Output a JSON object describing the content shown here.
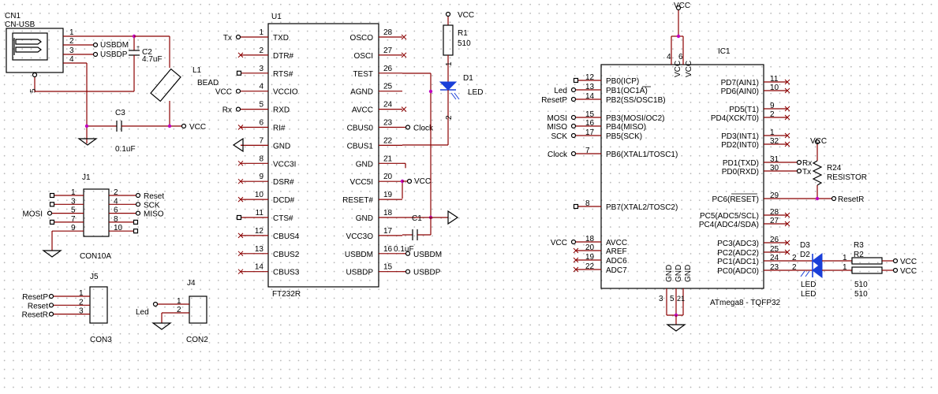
{
  "colors": {
    "wire": "#8b0000",
    "junction": "#c000c0",
    "led": "#1a3fd8",
    "ink": "#000000"
  },
  "cn1": {
    "ref": "CN1",
    "value": "CN-USB",
    "pins": [
      "1",
      "2",
      "3",
      "4",
      "5"
    ],
    "nets": [
      "USBDM",
      "USBDP"
    ]
  },
  "c2": {
    "ref": "C2",
    "value": "4.7uF"
  },
  "l1": {
    "ref": "L1",
    "value": "BEAD"
  },
  "c3": {
    "ref": "C3",
    "value": "0.1uF"
  },
  "vcc": "VCC",
  "u1": {
    "ref": "U1",
    "value": "FT232R",
    "left": [
      {
        "pin": "1",
        "name": "TXD",
        "net": "Tx"
      },
      {
        "pin": "2",
        "name": "DTR#",
        "net": ""
      },
      {
        "pin": "3",
        "name": "RTS#",
        "net": ""
      },
      {
        "pin": "4",
        "name": "VCCIO",
        "net": "VCC"
      },
      {
        "pin": "5",
        "name": "RXD",
        "net": "Rx"
      },
      {
        "pin": "6",
        "name": "RI#",
        "net": ""
      },
      {
        "pin": "7",
        "name": "GND",
        "net": ""
      },
      {
        "pin": "8",
        "name": "VCC3I",
        "net": ""
      },
      {
        "pin": "9",
        "name": "DSR#",
        "net": ""
      },
      {
        "pin": "10",
        "name": "DCD#",
        "net": ""
      },
      {
        "pin": "11",
        "name": "CTS#",
        "net": ""
      },
      {
        "pin": "12",
        "name": "CBUS4",
        "net": ""
      },
      {
        "pin": "13",
        "name": "CBUS2",
        "net": ""
      },
      {
        "pin": "14",
        "name": "CBUS3",
        "net": ""
      }
    ],
    "right": [
      {
        "pin": "28",
        "name": "OSCO",
        "net": ""
      },
      {
        "pin": "27",
        "name": "OSCI",
        "net": ""
      },
      {
        "pin": "26",
        "name": "TEST",
        "net": ""
      },
      {
        "pin": "25",
        "name": "AGND",
        "net": ""
      },
      {
        "pin": "24",
        "name": "AVCC",
        "net": ""
      },
      {
        "pin": "23",
        "name": "CBUS0",
        "net": "Clock"
      },
      {
        "pin": "22",
        "name": "CBUS1",
        "net": ""
      },
      {
        "pin": "21",
        "name": "GND",
        "net": ""
      },
      {
        "pin": "20",
        "name": "VCC5I",
        "net": "VCC"
      },
      {
        "pin": "19",
        "name": "RESET#",
        "net": ""
      },
      {
        "pin": "18",
        "name": "GND",
        "net": ""
      },
      {
        "pin": "17",
        "name": "VCC3O",
        "net": ""
      },
      {
        "pin": "16",
        "name": "USBDM",
        "net": "USBDM"
      },
      {
        "pin": "15",
        "name": "USBDP",
        "net": "USBDP"
      }
    ]
  },
  "r1": {
    "ref": "R1",
    "value": "510",
    "pins": [
      "1",
      "2"
    ]
  },
  "d1": {
    "ref": "D1",
    "value": "LED"
  },
  "c1": {
    "ref": "C1",
    "value": "0.1uF"
  },
  "j1": {
    "ref": "J1",
    "value": "CON10A",
    "pins": [
      {
        "l": "1",
        "r": "2",
        "ln": "",
        "rn": "Reset"
      },
      {
        "l": "3",
        "r": "4",
        "ln": "",
        "rn": "SCK"
      },
      {
        "l": "5",
        "r": "6",
        "ln": "MOSI",
        "rn": "MISO"
      },
      {
        "l": "7",
        "r": "8",
        "ln": "",
        "rn": ""
      },
      {
        "l": "9",
        "r": "10",
        "ln": "",
        "rn": ""
      }
    ]
  },
  "j5": {
    "ref": "J5",
    "value": "CON3",
    "pins": [
      {
        "pin": "1",
        "net": "ResetP"
      },
      {
        "pin": "2",
        "net": "Reset"
      },
      {
        "pin": "3",
        "net": "ResetR"
      }
    ]
  },
  "j4": {
    "ref": "J4",
    "value": "CON2",
    "pins": [
      {
        "pin": "1",
        "net": "Led"
      },
      {
        "pin": "2",
        "net": ""
      }
    ]
  },
  "ic1": {
    "ref": "IC1",
    "value": "ATmega8 - TQFP32",
    "top": [
      {
        "pin": "4",
        "name": "VCC"
      },
      {
        "pin": "6",
        "name": "VCC"
      }
    ],
    "bottom": [
      {
        "pin": "3",
        "name": "GND"
      },
      {
        "pin": "5",
        "name": "GND"
      },
      {
        "pin": "21",
        "name": "GND"
      }
    ],
    "left": [
      {
        "pin": "12",
        "name": "PB0(ICP)",
        "net": ""
      },
      {
        "pin": "13",
        "name": "PB1(OC1A)",
        "net": "Led"
      },
      {
        "pin": "14",
        "name": "PB2(SS/OSC1B)",
        "net": "ResetP"
      },
      {
        "pin": "15",
        "name": "PB3(MOSI/OC2)",
        "net": "MOSI"
      },
      {
        "pin": "16",
        "name": "PB4(MISO)",
        "net": "MISO"
      },
      {
        "pin": "17",
        "name": "PB5(SCK)",
        "net": "SCK"
      },
      {
        "pin": "7",
        "name": "PB6(XTAL1/TOSC1)",
        "net": "Clock"
      },
      {
        "pin": "8",
        "name": "PB7(XTAL2/TOSC2)",
        "net": ""
      },
      {
        "pin": "18",
        "name": "AVCC",
        "net": "VCC"
      },
      {
        "pin": "20",
        "name": "AREF",
        "net": ""
      },
      {
        "pin": "19",
        "name": "ADC6",
        "net": ""
      },
      {
        "pin": "22",
        "name": "ADC7",
        "net": ""
      }
    ],
    "right": [
      {
        "pin": "11",
        "name": "PD7(AIN1)"
      },
      {
        "pin": "10",
        "name": "PD6(AIN0)"
      },
      {
        "pin": "9",
        "name": "PD5(T1)"
      },
      {
        "pin": "2",
        "name": "PD4(XCK/T0)"
      },
      {
        "pin": "1",
        "name": "PD3(INT1)"
      },
      {
        "pin": "32",
        "name": "PD2(INT0)"
      },
      {
        "pin": "31",
        "name": "PD1(TXD)"
      },
      {
        "pin": "30",
        "name": "PD0(RXD)"
      },
      {
        "pin": "29",
        "name": "PC6(RESET)"
      },
      {
        "pin": "28",
        "name": "PC5(ADC5/SCL)"
      },
      {
        "pin": "27",
        "name": "PC4(ADC4/SDA)"
      },
      {
        "pin": "26",
        "name": "PC3(ADC3)"
      },
      {
        "pin": "25",
        "name": "PC2(ADC2)"
      },
      {
        "pin": "24",
        "name": "PC1(ADC1)"
      },
      {
        "pin": "23",
        "name": "PC0(ADC0)"
      }
    ],
    "nets": {
      "tx": "Tx",
      "rx": "Rx",
      "reset": "ResetR"
    }
  },
  "r24": {
    "ref": "R24",
    "value": "RESISTOR"
  },
  "d3": {
    "ref": "D3",
    "value": "LED"
  },
  "d2": {
    "ref": "D2",
    "value": "LED"
  },
  "r3": {
    "ref": "R3",
    "value": "510"
  },
  "r2": {
    "ref": "R2",
    "value": "510"
  },
  "led_pins": [
    "2",
    "1"
  ]
}
